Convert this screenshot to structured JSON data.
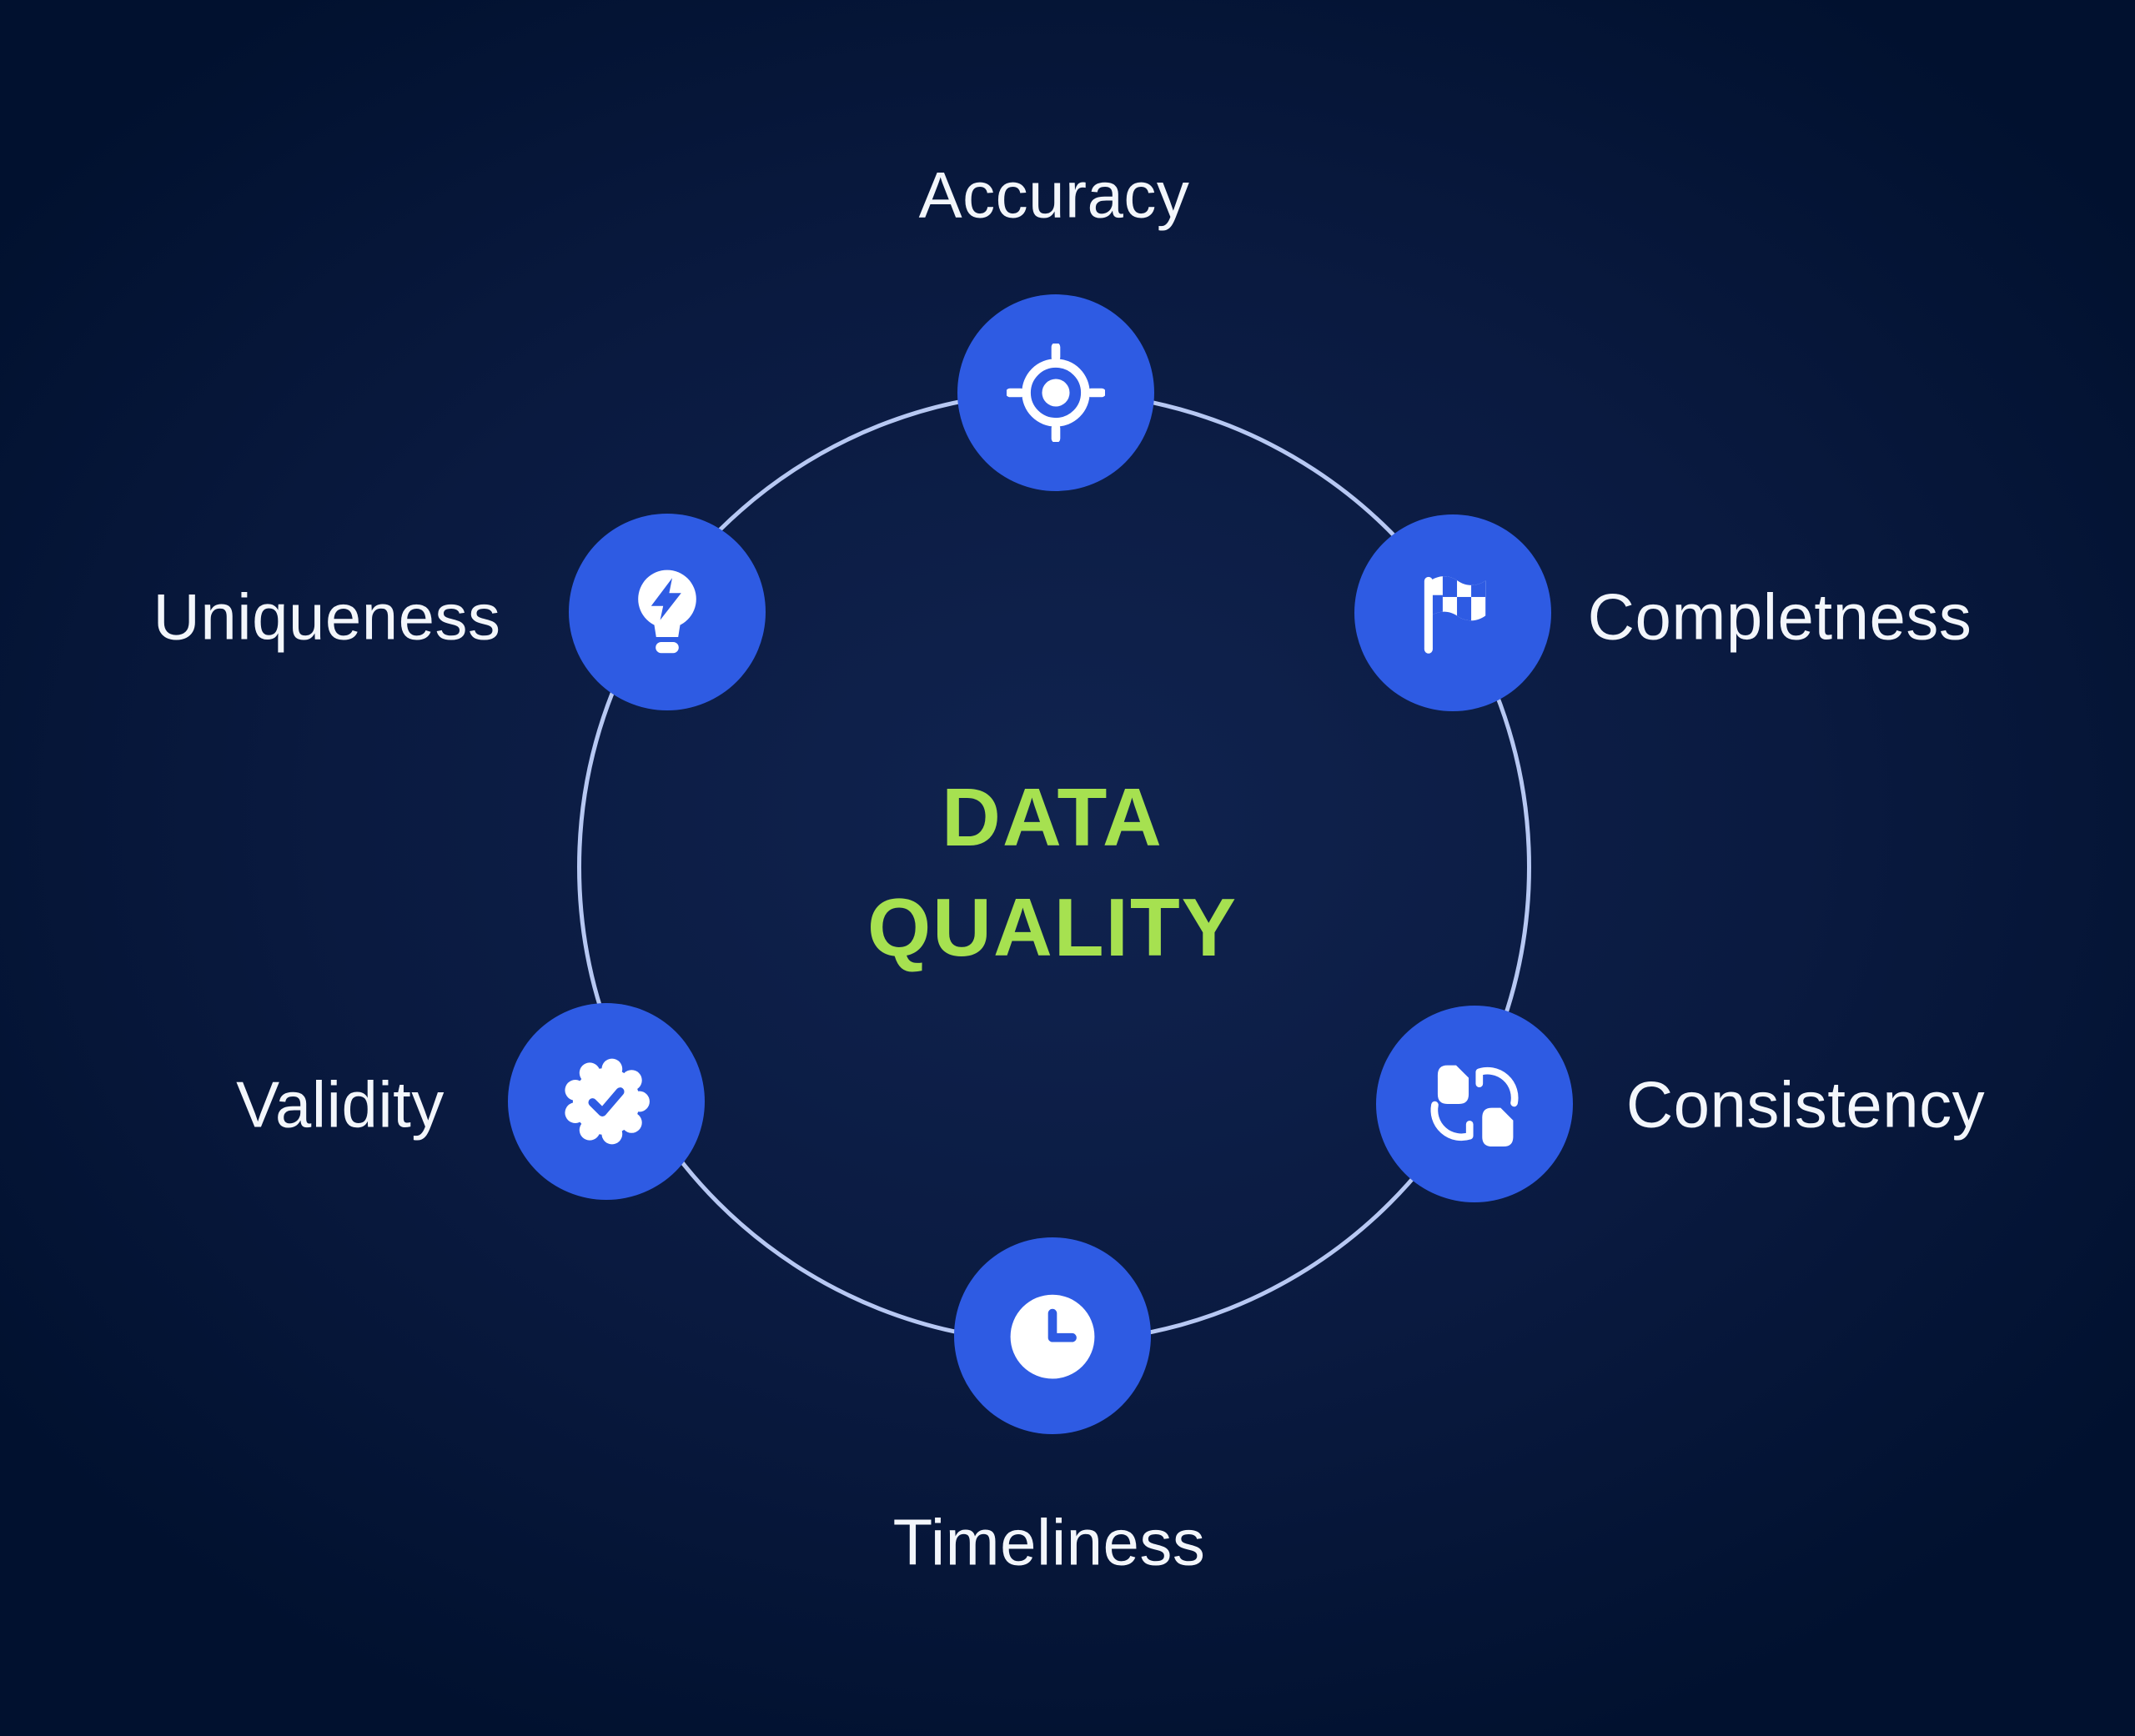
{
  "title": {
    "line1": "DATA",
    "line2": "QUALITY"
  },
  "nodes": [
    {
      "label": "Accuracy",
      "icon": "target-icon",
      "position": "top"
    },
    {
      "label": "Completness",
      "icon": "checkered-flag-icon",
      "position": "top-right"
    },
    {
      "label": "Consistency",
      "icon": "file-sync-icon",
      "position": "bottom-right"
    },
    {
      "label": "Timeliness",
      "icon": "clock-icon",
      "position": "bottom"
    },
    {
      "label": "Validity",
      "icon": "badge-check-icon",
      "position": "bottom-left"
    },
    {
      "label": "Uniqueness",
      "icon": "lightbulb-bolt-icon",
      "position": "top-left"
    }
  ],
  "colors": {
    "node_fill": "#2E5BE3",
    "ring_stroke": "#B7C8F3",
    "title_green": "#A6E150",
    "label_text": "#F3F6FB",
    "background_center": "#10234F",
    "background_edge": "#01112F",
    "icon_fill": "#FFFFFF"
  }
}
